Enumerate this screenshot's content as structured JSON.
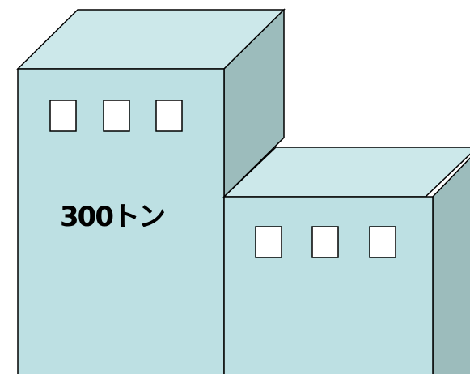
{
  "label": {
    "weight": "300トン"
  },
  "colors": {
    "front_face": "#bde0e3",
    "top_face": "#cce8ea",
    "side_face": "#9cbcbc",
    "window_fill": "#ffffff",
    "outline": "#000000"
  },
  "shapes": {
    "building": "two-block-building-isometric",
    "windows_per_block": 3
  }
}
